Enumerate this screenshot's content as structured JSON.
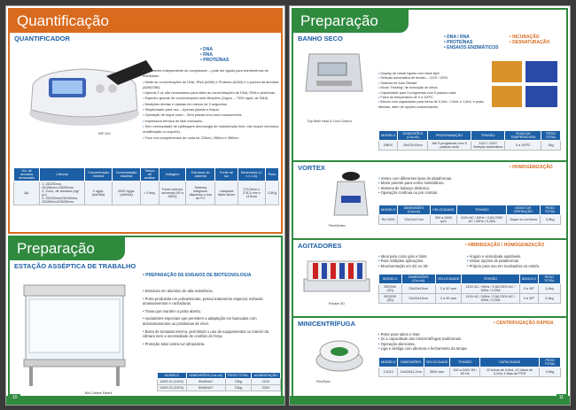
{
  "left": {
    "section1": {
      "header": "Quantificação",
      "title": "QUANTIFICADOR",
      "tags": [
        "DNA",
        "RNA",
        "PROTEÍNAS"
      ],
      "image_caption": "INF-310",
      "desc": [
        "Totalmente independente de computador – pode ser ligado para transferência de resultados.",
        "Mede as concentrações de DNA, RNA (A260) e Proteína (A280) e a pureza da amostra (A260/280).",
        "Apenas 2 uL são necessários para obter as concentrações de DNA, RNA e proteínas.",
        "Espectro grande de concentrações sem diluições (2ng/uL – 7000 ng/uL de DNA).",
        "Medições diretas e rápidas em menos de 3 segundos.",
        "Simplicidade para uso – Apenas pipetar e limpar.",
        "Operação de toque curto – Sem placas e/ou outro consumíveis.",
        "Impressora térmica de fácil manuseio.",
        "Sem necessidade de calibragem (tecnologia de manutenção livre, não requer nenhuma recalibração no suporte).",
        "Foco nos comprimentos de onda de 230nm, 260nm e 280nm."
      ],
      "table": {
        "headers": [
          "Vol. de amostra necessário",
          "Leituras",
          "Concentração mínima",
          "Concentração máxima",
          "Tempo de análise",
          "Voltagem",
          "Estrutura do sistema",
          "Fonte de luz",
          "Dimensões (C x L x A)",
          "Peso"
        ],
        "row": [
          "2µL",
          "1. OD230nm, OD260nm,OD280nm\n2. Conc. de amostra (ng/µL)\n3. OD230nm/OD260nm, OD260nm/OD280nm",
          "2 ng/µL (dsDNA)",
          "2000 ng/µL (dsDNA)",
          "< 5 seg.",
          "Fonte externa universal (90 a 260V)",
          "Sistema integrado, dispensa o uso de PC",
          "Lâmpada flash xênon",
          "276,3mm x 276,3 mm x 119mm",
          "2,5Kg"
        ]
      }
    },
    "section2": {
      "header": "Preparação",
      "title": "ESTAÇÃO ASSÉPTICA DE TRABALHO",
      "tag": "PREPARAÇÃO DE ENSAIOS DE BIOTECNOLOGIA",
      "image_caption": "BM Cabine Estéril",
      "bullets": [
        "Estrutura em alumínio de alta resistência.",
        "Porta produzida em policarbonato, possui tratamento especial, evitando amassamentos e rachaduras.",
        "Trava que mantém a porta aberta.",
        "Apoiadores especiais que permitem a adaptação em bancadas com desnivelamentos ou problemas de nível.",
        "Barra de tomadas interna, permitindo o uso de equipamentos no interior da câmara sem a necessidade de cordões de força.",
        "Proteção total contra luz ultravioleta."
      ],
      "table": {
        "headers": [
          "MODELO",
          "DIMENSÕES (CxLxA)",
          "PESO TOTAL",
          "ALIMENTAÇÃO"
        ],
        "rows": [
          [
            "UWS-01 (110V)",
            "59x60x67",
            "23kg",
            "110V"
          ],
          [
            "UWS-02 (220V)",
            "59x60x67",
            "23kg",
            "220V"
          ]
        ]
      },
      "page_number": "10"
    }
  },
  "right": {
    "header": "Preparação",
    "banho": {
      "title": "BANHO SECO",
      "tags_left": [
        "DNA / RNA",
        "PROTEÍNAS",
        "ENSAIOS ENZIMÁTICOS"
      ],
      "tags_right": [
        "INCUBAÇÃO",
        "DESNATURAÇÃO"
      ],
      "image_caption": "Dry Bath Heat & Cool Control",
      "bullets": [
        "Display de cristal líquido com back light",
        "Seleção automática de tensão – 110V / 220V.",
        "Sistema de Auto Restart",
        "Modo \"Holding\" de execução de steps.",
        "Capacidade para 9 programas com 5 passos cada",
        "Faixa de temperatura de 0 a 100ºC.",
        "Blocos com capacidade para tubos de 0,2mL, 0,5mL e 1,5mL e porta-lâminas, além de opções customizáveis."
      ],
      "table": {
        "headers": [
          "MODELO",
          "DIMENSÕES (CxLxA)",
          "PROGRAMAÇÃO",
          "TENSÃO",
          "FAIXA DE TEMPERATURA",
          "PESO TOTAL"
        ],
        "rows": [
          [
            "DBHC",
            "26x23x16cm",
            "Até 9 programas com 5 passos cada",
            "110V / 220V Seleção automática",
            "0 a 100ºC",
            "5kg"
          ]
        ]
      }
    },
    "vortex": {
      "title": "VORTEX",
      "tag": "HOMOGENIZAÇÃO",
      "image_caption": "FlexiVortex",
      "bullets": [
        "Vortex com diferentes tipos de plataformas.",
        "Motor potente para vortex instantâneo.",
        "Sistema de balanço dinâmico.",
        "Operação contínua ou por contato."
      ],
      "table": {
        "headers": [
          "MODELO",
          "DIMENSÕES (CxLxA)",
          "VELOCIDADE",
          "TENSÃO",
          "MODO DE OPERAÇÃO",
          "PESO TOTAL"
        ],
        "rows": [
          [
            "BV-1000",
            "13x13x17cm",
            "300 a 2400 rpm",
            "110V AC / 60Hz / 0,5A 230V AC / 50Hz / 0,25A",
            "Toque ou contínuo",
            "0,8kg"
          ]
        ]
      }
    },
    "agitadores": {
      "title": "AGITADORES",
      "tag": "HIBRIDIZAÇÃO / HOMOGENIZAÇÃO",
      "image_caption": "Rocker 3D",
      "bullets_left": [
        "Ideal para corar géis e blots.",
        "Para múltiplas aplicações.",
        "Movimentação em 2D ou 3D."
      ],
      "bullets_right": [
        "Ângulo e velocidade ajustáveis.",
        "Várias opções de plataformas.",
        "Próprio para uso em incubadora ou estufa."
      ],
      "table": {
        "headers": [
          "MODELO",
          "DIMENSÕES (CxLxA)",
          "VELOCIDADE",
          "TENSÃO",
          "ÂNGULO",
          "PESO TOTAL"
        ],
        "rows": [
          [
            "BR2000 (2D)",
            "33x33x10cm",
            "2 a 30 rpm",
            "110V AC / 60Hz / 0,5A 230V AC / 50Hz / 0,25A",
            "0 a 30º",
            "3,4kg"
          ],
          [
            "BS3200 (3D)",
            "33x33x10cm",
            "2 a 30 rpm",
            "110V AC / 60Hz / 0,5A 230V AC / 50Hz / 0,25A",
            "0 a 30º",
            "3,4kg"
          ]
        ]
      }
    },
    "mini": {
      "title": "MINICENTRÍFUGA",
      "tag": "CENTRIFUGAÇÃO RÁPIDA",
      "image_caption": "FlexiSpin",
      "bullets": [
        "Rotor para tubos e tiras.",
        "2x a capacidade das minicentrífugas tradicionais.",
        "Operação silenciosa.",
        "Liga e desliga com abertura e fechamento da tampa."
      ],
      "table": {
        "headers": [
          "MODELO",
          "DIMENSÕES",
          "VELOCIDADE",
          "TENSÃO",
          "CAPACIDADE",
          "PESO TOTAL"
        ],
        "rows": [
          [
            "C1012",
            "14x20x11,2cm",
            "5500 rpm",
            "100 a 240V 50 / 60 Hz",
            "12 tubos de 0,5mL 12 tubos de 0,2mL 4 tiras de PCR",
            "0,8kg"
          ]
        ]
      }
    },
    "page_number": "11"
  }
}
